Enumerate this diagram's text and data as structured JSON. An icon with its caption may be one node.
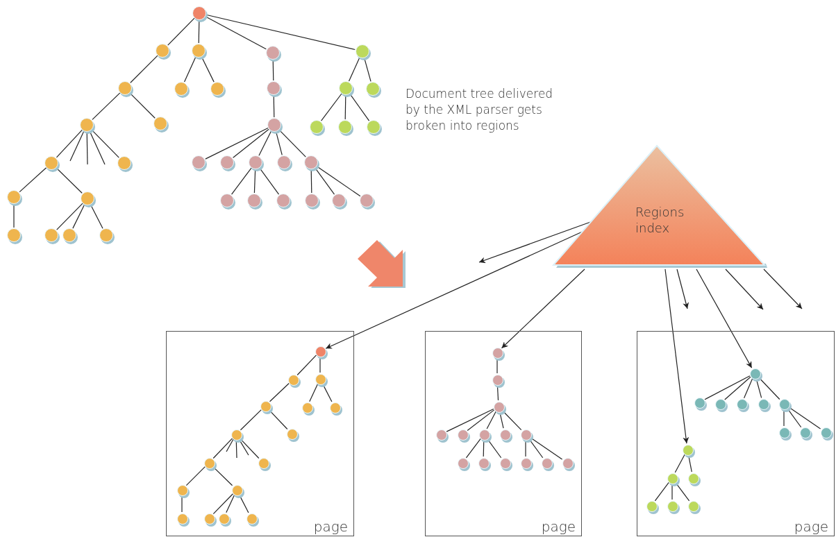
{
  "diagram": {
    "nodes": [
      {
        "text": [],
        "shape": "circle"
      },
      {
        "text": [],
        "shape": "circle"
      },
      {
        "text": [],
        "shape": "circle"
      },
      {
        "text": [],
        "shape": "circle"
      },
      {
        "text": [],
        "shape": "circle"
      },
      {
        "text": [],
        "shape": "circle"
      },
      {
        "text": [],
        "shape": "circle"
      },
      {
        "text": [],
        "shape": "circle"
      },
      {
        "text": [],
        "shape": "circle"
      },
      {
        "text": [],
        "shape": "circle"
      },
      {
        "text": [],
        "shape": "circle"
      },
      {
        "text": [],
        "shape": "circle"
      },
      {
        "text": [],
        "shape": "circle"
      },
      {
        "text": [],
        "shape": "circle"
      },
      {
        "text": [],
        "shape": "circle"
      },
      {
        "text": [],
        "shape": "circle"
      },
      {
        "text": [],
        "shape": "circle"
      },
      {
        "text": [],
        "shape": "circle"
      },
      {
        "text": [],
        "shape": "circle"
      },
      {
        "text": [],
        "shape": "circle"
      },
      {
        "text": [],
        "shape": "circle"
      },
      {
        "text": [],
        "shape": "circle"
      },
      {
        "text": [],
        "shape": "circle"
      },
      {
        "text": [],
        "shape": "circle"
      },
      {
        "text": [],
        "shape": "circle"
      },
      {
        "text": [],
        "shape": "circle"
      },
      {
        "text": [],
        "shape": "circle"
      },
      {
        "text": [],
        "shape": "circle"
      },
      {
        "text": [],
        "shape": "circle"
      },
      {
        "text": [],
        "shape": "circle"
      },
      {
        "text": [],
        "shape": "circle"
      },
      {
        "text": [],
        "shape": "circle"
      },
      {
        "text": [],
        "shape": "circle"
      },
      {
        "text": [],
        "shape": "circle"
      },
      {
        "text": [],
        "shape": "circle"
      },
      {
        "text": [],
        "shape": "circle"
      },
      {
        "text": [
          "Regions index"
        ]
      },
      {
        "text": [
          "page"
        ]
      },
      {
        "text": [],
        "shape": "circle",
        "in": 37
      },
      {
        "text": [],
        "shape": "circle",
        "in": 37
      },
      {
        "text": [],
        "shape": "circle",
        "in": 37
      },
      {
        "text": [],
        "shape": "circle",
        "in": 37
      },
      {
        "text": [],
        "shape": "circle",
        "in": 37
      },
      {
        "text": [],
        "shape": "circle",
        "in": 37
      },
      {
        "text": [],
        "shape": "circle",
        "in": 37
      },
      {
        "text": [],
        "shape": "circle",
        "in": 37
      },
      {
        "text": [],
        "shape": "circle",
        "in": 37
      },
      {
        "text": [],
        "shape": "circle",
        "in": 37
      },
      {
        "text": [],
        "shape": "circle",
        "in": 37
      },
      {
        "text": [],
        "shape": "circle",
        "in": 37
      },
      {
        "text": [],
        "shape": "circle",
        "in": 37
      },
      {
        "text": [],
        "shape": "circle",
        "in": 37
      },
      {
        "text": [],
        "shape": "circle",
        "in": 37
      },
      {
        "text": [],
        "shape": "circle",
        "in": 37
      },
      {
        "text": [
          "page"
        ]
      },
      {
        "text": [],
        "shape": "circle",
        "in": 54
      },
      {
        "text": [],
        "shape": "circle",
        "in": 54
      },
      {
        "text": [],
        "shape": "circle",
        "in": 54
      },
      {
        "text": [],
        "shape": "circle",
        "in": 54
      },
      {
        "text": [],
        "shape": "circle",
        "in": 54
      },
      {
        "text": [],
        "shape": "circle",
        "in": 54
      },
      {
        "text": [],
        "shape": "circle",
        "in": 54
      },
      {
        "text": [],
        "shape": "circle",
        "in": 54
      },
      {
        "text": [],
        "shape": "circle",
        "in": 54
      },
      {
        "text": [],
        "shape": "circle",
        "in": 54
      },
      {
        "text": [],
        "shape": "circle",
        "in": 54
      },
      {
        "text": [],
        "shape": "circle",
        "in": 54
      },
      {
        "text": [],
        "shape": "circle",
        "in": 54
      },
      {
        "text": [],
        "shape": "circle",
        "in": 54
      },
      {
        "text": [
          "page"
        ]
      },
      {
        "text": [],
        "shape": "circle",
        "in": 69
      },
      {
        "text": [],
        "shape": "circle",
        "in": 69
      },
      {
        "text": [],
        "shape": "circle",
        "in": 69
      },
      {
        "text": [],
        "shape": "circle",
        "in": 69
      },
      {
        "text": [],
        "shape": "circle",
        "in": 69
      },
      {
        "text": [],
        "shape": "circle",
        "in": 69
      },
      {
        "text": [],
        "shape": "circle",
        "in": 69
      },
      {
        "text": [],
        "shape": "circle",
        "in": 69
      },
      {
        "text": [],
        "shape": "circle",
        "in": 69
      },
      {
        "text": [],
        "shape": "circle",
        "in": 69
      },
      {
        "text": [],
        "shape": "circle",
        "in": 69
      },
      {
        "text": [],
        "shape": "circle",
        "in": 69
      },
      {
        "text": [],
        "shape": "circle",
        "in": 69
      },
      {
        "text": [],
        "shape": "circle",
        "in": 69
      },
      {
        "text": [],
        "shape": "circle",
        "in": 69
      }
    ],
    "edges": [
      {
        "from": 0,
        "to": 1,
        "arrow": "none"
      },
      {
        "from": 0,
        "to": 2,
        "arrow": "none"
      },
      {
        "from": 0,
        "to": 3,
        "arrow": "none"
      },
      {
        "from": 0,
        "to": 4,
        "arrow": "none"
      },
      {
        "from": 1,
        "to": 5,
        "arrow": "none"
      },
      {
        "from": 2,
        "to": 6,
        "arrow": "none"
      },
      {
        "from": 2,
        "to": 7,
        "arrow": "none"
      },
      {
        "from": 3,
        "to": 8,
        "arrow": "none"
      },
      {
        "from": 4,
        "to": 9,
        "arrow": "none"
      },
      {
        "from": 4,
        "to": 10,
        "arrow": "none"
      },
      {
        "from": 5,
        "to": 11,
        "arrow": "none"
      },
      {
        "from": 5,
        "to": 12,
        "arrow": "none"
      },
      {
        "from": 8,
        "to": 13,
        "arrow": "none"
      },
      {
        "from": 9,
        "to": 14,
        "arrow": "none"
      },
      {
        "from": 9,
        "to": 15,
        "arrow": "none"
      },
      {
        "from": 9,
        "to": 16,
        "arrow": "none"
      },
      {
        "from": 11,
        "to": 17,
        "arrow": "none"
      },
      {
        "from": 11,
        "to": null,
        "arrow": "none"
      },
      {
        "from": 11,
        "to": null,
        "arrow": "none"
      },
      {
        "from": 11,
        "to": null,
        "arrow": "none"
      },
      {
        "from": 11,
        "to": 18,
        "arrow": "none"
      },
      {
        "from": 13,
        "to": 19,
        "arrow": "none"
      },
      {
        "from": 13,
        "to": 20,
        "arrow": "none"
      },
      {
        "from": 13,
        "to": 21,
        "arrow": "none"
      },
      {
        "from": 13,
        "to": 22,
        "arrow": "none"
      },
      {
        "from": 13,
        "to": 23,
        "arrow": "none"
      },
      {
        "from": 17,
        "to": 24,
        "arrow": "none"
      },
      {
        "from": 17,
        "to": 25,
        "arrow": "none"
      },
      {
        "from": 21,
        "to": 26,
        "arrow": "none"
      },
      {
        "from": 21,
        "to": 27,
        "arrow": "none"
      },
      {
        "from": 21,
        "to": 28,
        "arrow": "none"
      },
      {
        "from": 23,
        "to": 29,
        "arrow": "none"
      },
      {
        "from": 23,
        "to": 30,
        "arrow": "none"
      },
      {
        "from": 23,
        "to": 31,
        "arrow": "none"
      },
      {
        "from": 24,
        "to": 32,
        "arrow": "none"
      },
      {
        "from": 25,
        "to": 33,
        "arrow": "none"
      },
      {
        "from": 25,
        "to": 34,
        "arrow": "none"
      },
      {
        "from": 25,
        "to": 35,
        "arrow": "none"
      },
      {
        "from": 38,
        "to": 39,
        "arrow": "none"
      },
      {
        "from": 38,
        "to": 40,
        "arrow": "none"
      },
      {
        "from": 39,
        "to": 41,
        "arrow": "none"
      },
      {
        "from": 40,
        "to": 42,
        "arrow": "none"
      },
      {
        "from": 40,
        "to": 43,
        "arrow": "none"
      },
      {
        "from": 41,
        "to": 44,
        "arrow": "none"
      },
      {
        "from": 41,
        "to": 45,
        "arrow": "none"
      },
      {
        "from": 44,
        "to": 46,
        "arrow": "none"
      },
      {
        "from": 44,
        "to": null,
        "arrow": "none"
      },
      {
        "from": 44,
        "to": null,
        "arrow": "none"
      },
      {
        "from": 44,
        "to": null,
        "arrow": "none"
      },
      {
        "from": 44,
        "to": 47,
        "arrow": "none"
      },
      {
        "from": 46,
        "to": 48,
        "arrow": "none"
      },
      {
        "from": 46,
        "to": 49,
        "arrow": "none"
      },
      {
        "from": 48,
        "to": 50,
        "arrow": "none"
      },
      {
        "from": 49,
        "to": 51,
        "arrow": "none"
      },
      {
        "from": 49,
        "to": 52,
        "arrow": "none"
      },
      {
        "from": 49,
        "to": 53,
        "arrow": "none"
      },
      {
        "from": 55,
        "to": 56,
        "arrow": "none"
      },
      {
        "from": 56,
        "to": 57,
        "arrow": "none"
      },
      {
        "from": 57,
        "to": 58,
        "arrow": "none"
      },
      {
        "from": 57,
        "to": 59,
        "arrow": "none"
      },
      {
        "from": 57,
        "to": 60,
        "arrow": "none"
      },
      {
        "from": 57,
        "to": 61,
        "arrow": "none"
      },
      {
        "from": 57,
        "to": 62,
        "arrow": "none"
      },
      {
        "from": 60,
        "to": 63,
        "arrow": "none"
      },
      {
        "from": 60,
        "to": 64,
        "arrow": "none"
      },
      {
        "from": 60,
        "to": 65,
        "arrow": "none"
      },
      {
        "from": 62,
        "to": 66,
        "arrow": "none"
      },
      {
        "from": 62,
        "to": 67,
        "arrow": "none"
      },
      {
        "from": 62,
        "to": 68,
        "arrow": "none"
      },
      {
        "from": 70,
        "to": 71,
        "arrow": "none"
      },
      {
        "from": 70,
        "to": 72,
        "arrow": "none"
      },
      {
        "from": 70,
        "to": 73,
        "arrow": "none"
      },
      {
        "from": 70,
        "to": 74,
        "arrow": "none"
      },
      {
        "from": 70,
        "to": 75,
        "arrow": "none"
      },
      {
        "from": 75,
        "to": 76,
        "arrow": "none"
      },
      {
        "from": 75,
        "to": 77,
        "arrow": "none"
      },
      {
        "from": 75,
        "to": 78,
        "arrow": "none"
      },
      {
        "from": 79,
        "to": 80,
        "arrow": "none"
      },
      {
        "from": 79,
        "to": 81,
        "arrow": "none"
      },
      {
        "from": 80,
        "to": 82,
        "arrow": "none"
      },
      {
        "from": 80,
        "to": 83,
        "arrow": "none"
      },
      {
        "from": 80,
        "to": 84,
        "arrow": "none"
      },
      {
        "from": 36,
        "to": null,
        "arrow": "to"
      },
      {
        "from": 36,
        "to": 38,
        "arrow": "to"
      },
      {
        "from": 36,
        "to": 55,
        "arrow": "to"
      },
      {
        "from": 36,
        "to": 79,
        "arrow": "to"
      },
      {
        "from": 36,
        "to": null,
        "arrow": "to"
      },
      {
        "from": 36,
        "to": 70,
        "arrow": "to"
      },
      {
        "from": 36,
        "to": null,
        "arrow": "to"
      },
      {
        "from": 36,
        "to": null,
        "arrow": "to"
      }
    ],
    "labels": [
      "Document tree delivered by the XML parser gets broken into regions"
    ]
  }
}
